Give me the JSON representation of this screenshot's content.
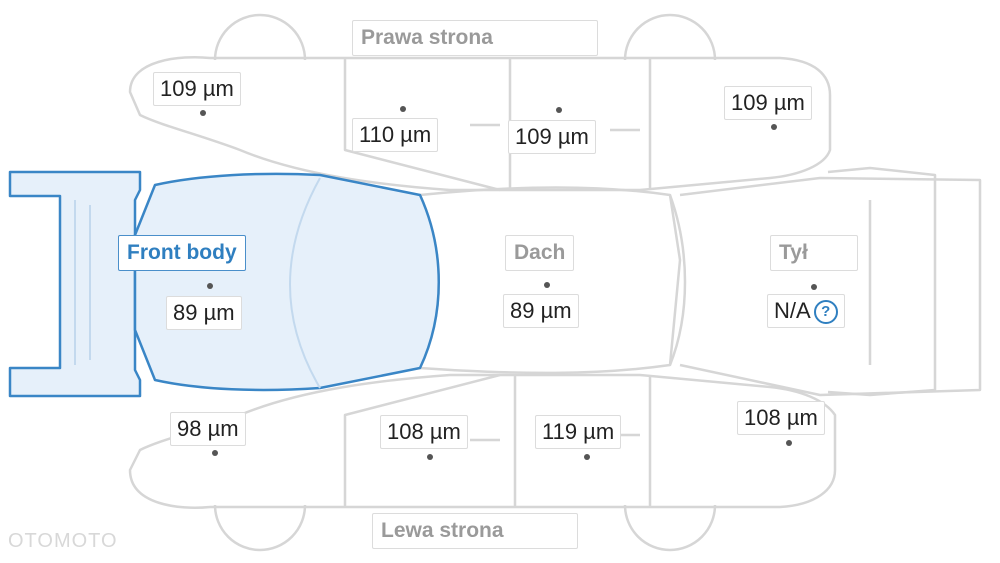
{
  "sections": {
    "right_side": "Prawa strona",
    "left_side": "Lewa strona",
    "front": "Front body",
    "roof": "Dach",
    "rear": "Tył"
  },
  "readings": {
    "right_front_fender": "109 µm",
    "right_front_door": "110 µm",
    "right_rear_door": "109 µm",
    "right_rear_fender": "109 µm",
    "hood": "89 µm",
    "roof": "89 µm",
    "trunk": "N/A",
    "left_front_fender": "98 µm",
    "left_front_door": "108 µm",
    "left_rear_door": "119 µm",
    "left_rear_fender": "108 µm"
  },
  "help_icon": "?",
  "watermark": "OTOMOTO",
  "colors": {
    "highlight_fill": "#e6f0fa",
    "highlight_stroke": "#3a86c6",
    "outline": "#d6d6d6",
    "active_text": "#2f7fc0",
    "inactive_text": "#9a9a9a"
  }
}
